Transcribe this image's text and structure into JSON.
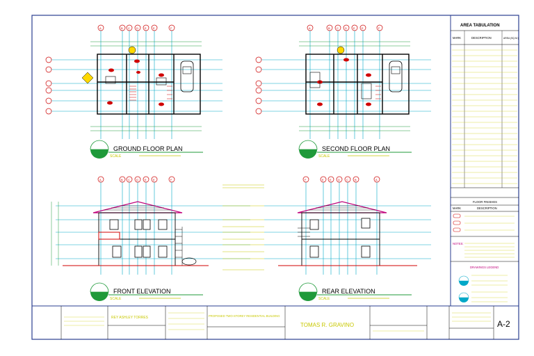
{
  "drawings": {
    "ground_floor_plan": {
      "title": "GROUND FLOOR PLAN",
      "scale": "SCALE"
    },
    "second_floor_plan": {
      "title": "SECOND FLOOR PLAN",
      "scale": "SCALE"
    },
    "front_elevation": {
      "title": "FRONT ELEVATION",
      "scale": "SCALE"
    },
    "rear_elevation": {
      "title": "REAR ELEVATION",
      "scale": "SCALE"
    }
  },
  "grid_labels": [
    "A",
    "B",
    "C",
    "D",
    "E",
    "F"
  ],
  "area_tabulation": {
    "title": "AREA TABULATION",
    "col_mark": "MARK",
    "col_description": "DESCRIPTION",
    "col_area": "AREA (SQ.M.)"
  },
  "floor_finishes": {
    "title": "FLOOR FINISHES",
    "col_mark": "MARK",
    "col_description": "DESCRIPTION"
  },
  "notes_label": "NOTES:",
  "drawings_legend": "DRAWINGS LEGEND",
  "title_block": {
    "owner": "TOMAS R. GRAVINO",
    "sheet_number": "A-2",
    "drawn_by": "REY ASHLEY TORRES",
    "project": "PROPOSED TWO-STOREY RESIDENTIAL BUILDING"
  },
  "colors": {
    "border": "#2a3e8f",
    "linework": "#000000",
    "cyan": "#00a8c8",
    "red": "#d00000",
    "yellow": "#c8c800",
    "magenta": "#c0007a",
    "green": "#1f9a3a"
  }
}
